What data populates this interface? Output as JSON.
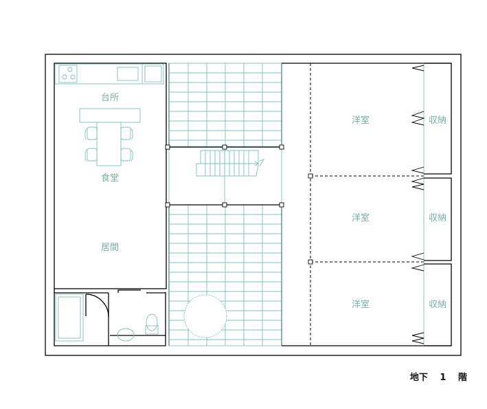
{
  "plan": {
    "rooms": {
      "kitchen": "台所",
      "dining": "食堂",
      "living": "居間",
      "western_room_1": "洋室",
      "western_room_2": "洋室",
      "western_room_3": "洋室",
      "storage_1": "収納",
      "storage_2": "収納",
      "storage_3": "収納"
    },
    "floor_label": "地下　 1　 階"
  },
  "colors": {
    "walls": "#000000",
    "fixtures": "#7cc0b8",
    "room_labels": "#7aaea6"
  }
}
